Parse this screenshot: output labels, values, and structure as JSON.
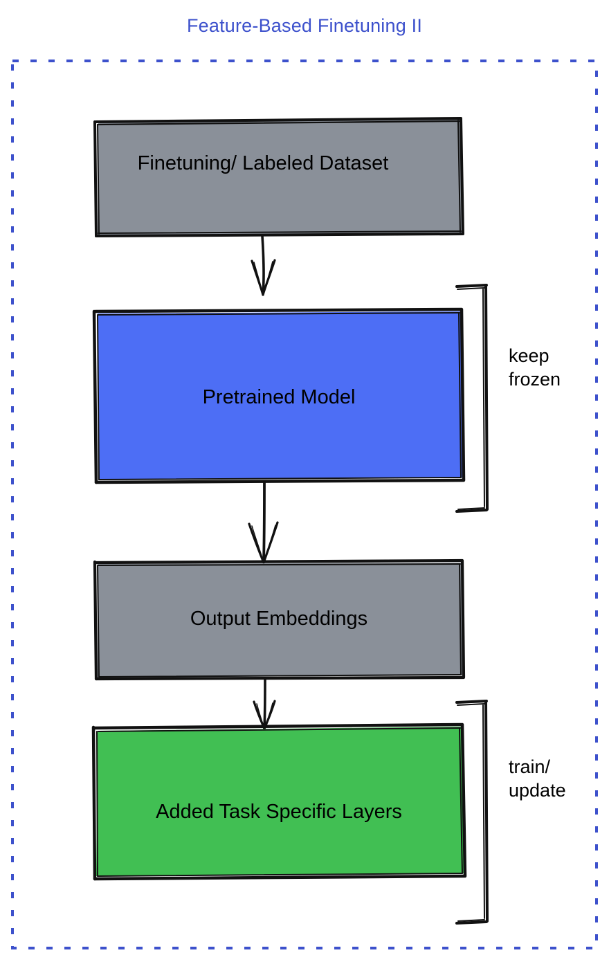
{
  "diagram": {
    "title": "Feature-Based Finetuning II",
    "title_color": "#3d51cc",
    "border_color": "#3d51cc",
    "border_style": "dashed",
    "background": "#ffffff",
    "sketch_style": "hand-drawn"
  },
  "nodes": [
    {
      "id": "finetuning-dataset",
      "label": "Finetuning/ Labeled Dataset",
      "fill": "#8a9099",
      "stroke": "#000000",
      "shape": "rectangle"
    },
    {
      "id": "pretrained-model",
      "label": "Pretrained Model",
      "fill": "#4d6ef5",
      "stroke": "#000000",
      "shape": "rectangle"
    },
    {
      "id": "output-embeddings",
      "label": "Output Embeddings",
      "fill": "#8a9099",
      "stroke": "#000000",
      "shape": "rectangle"
    },
    {
      "id": "task-specific-layers",
      "label": "Added Task Specific Layers",
      "fill": "#41bf53",
      "stroke": "#000000",
      "shape": "rectangle"
    }
  ],
  "edges": [
    {
      "id": "edge-dataset-to-model",
      "from": "finetuning-dataset",
      "to": "pretrained-model",
      "label": "",
      "arrow": "down"
    },
    {
      "id": "edge-model-to-embeddings",
      "from": "pretrained-model",
      "to": "output-embeddings",
      "label": "",
      "arrow": "down"
    },
    {
      "id": "edge-embeddings-to-layers",
      "from": "output-embeddings",
      "to": "task-specific-layers",
      "label": "",
      "arrow": "down"
    }
  ],
  "brackets": [
    {
      "id": "bracket-keep-frozen",
      "label_line1": "keep",
      "label_line2": "frozen",
      "targets": [
        "pretrained-model"
      ]
    },
    {
      "id": "bracket-train-update",
      "label_line1": "train/",
      "label_line2": "update",
      "targets": [
        "task-specific-layers"
      ]
    }
  ]
}
